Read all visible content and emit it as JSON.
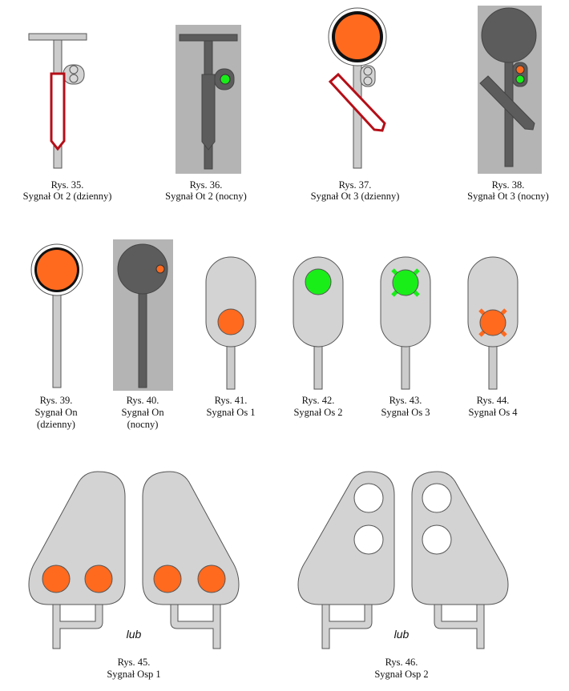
{
  "colors": {
    "night_background": "#b4b4b4",
    "signal_body": "#d3d3d3",
    "pole_light": "#cccccc",
    "outline": "#555555",
    "dark_element": "#5c5c5c",
    "orange": "#ff6a1f",
    "green": "#19ee19",
    "red_stripe": "#b50f18",
    "white": "#ffffff",
    "black_ring": "#111111"
  },
  "figures": [
    {
      "id": "rys35",
      "lines": [
        "Rys. 35.",
        "Sygnał Ot 2 (dzienny)"
      ]
    },
    {
      "id": "rys36",
      "lines": [
        "Rys. 36.",
        "Sygnał Ot 2 (nocny)"
      ]
    },
    {
      "id": "rys37",
      "lines": [
        "Rys. 37.",
        "Sygnał Ot 3 (dzienny)"
      ]
    },
    {
      "id": "rys38",
      "lines": [
        "Rys. 38.",
        "Sygnał Ot 3 (nocny)"
      ]
    },
    {
      "id": "rys39",
      "lines": [
        "Rys. 39.",
        "Sygnał On",
        "(dzienny)"
      ]
    },
    {
      "id": "rys40",
      "lines": [
        "Rys. 40.",
        "Sygnał On",
        "(nocny)"
      ]
    },
    {
      "id": "rys41",
      "lines": [
        "Rys. 41.",
        "Sygnał Os 1"
      ]
    },
    {
      "id": "rys42",
      "lines": [
        "Rys. 42.",
        "Sygnał Os 2"
      ]
    },
    {
      "id": "rys43",
      "lines": [
        "Rys. 43.",
        "Sygnał Os 3"
      ]
    },
    {
      "id": "rys44",
      "lines": [
        "Rys. 44.",
        "Sygnał Os 4"
      ]
    },
    {
      "id": "rys45",
      "lines": [
        "Rys. 45.",
        "Sygnał Osp 1"
      ]
    },
    {
      "id": "rys46",
      "lines": [
        "Rys. 46.",
        "Sygnał Osp 2"
      ]
    }
  ],
  "connectors": {
    "rys45": "lub",
    "rys46": "lub"
  }
}
